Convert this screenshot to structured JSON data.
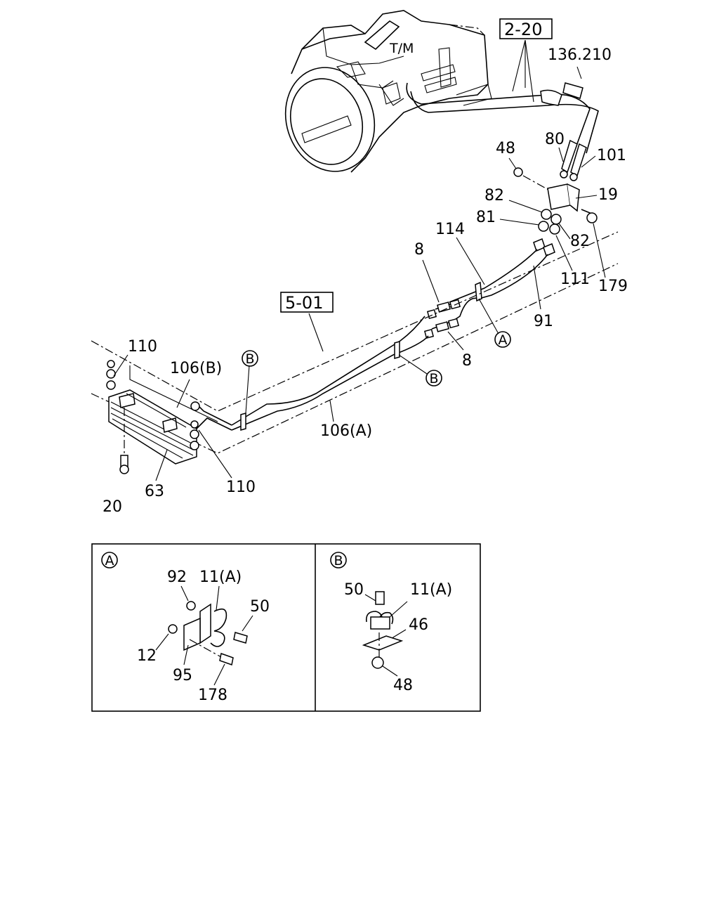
{
  "ref_boxes": {
    "transmission_ref": "2-20",
    "cooler_ref": "5-01"
  },
  "engine_label": "T/M",
  "callouts": {
    "c136": "136.210",
    "c48_top": "48",
    "c80": "80",
    "c101": "101",
    "c19": "19",
    "c82_a": "82",
    "c81": "81",
    "c82_b": "82",
    "c114": "114",
    "c8_a": "8",
    "c111": "111",
    "c179": "179",
    "c91": "91",
    "c8_b": "8",
    "c110_top": "110",
    "c106b": "106(B)",
    "c106a": "106(A)",
    "c110_bot": "110",
    "c20": "20",
    "c63": "63"
  },
  "markers": {
    "a": "A",
    "b": "B"
  },
  "detail_a": {
    "marker": "A",
    "c92": "92",
    "c11a": "11(A)",
    "c50": "50",
    "c12": "12",
    "c95": "95",
    "c178": "178"
  },
  "detail_b": {
    "marker": "B",
    "c50": "50",
    "c11a": "11(A)",
    "c46": "46",
    "c48": "48"
  }
}
